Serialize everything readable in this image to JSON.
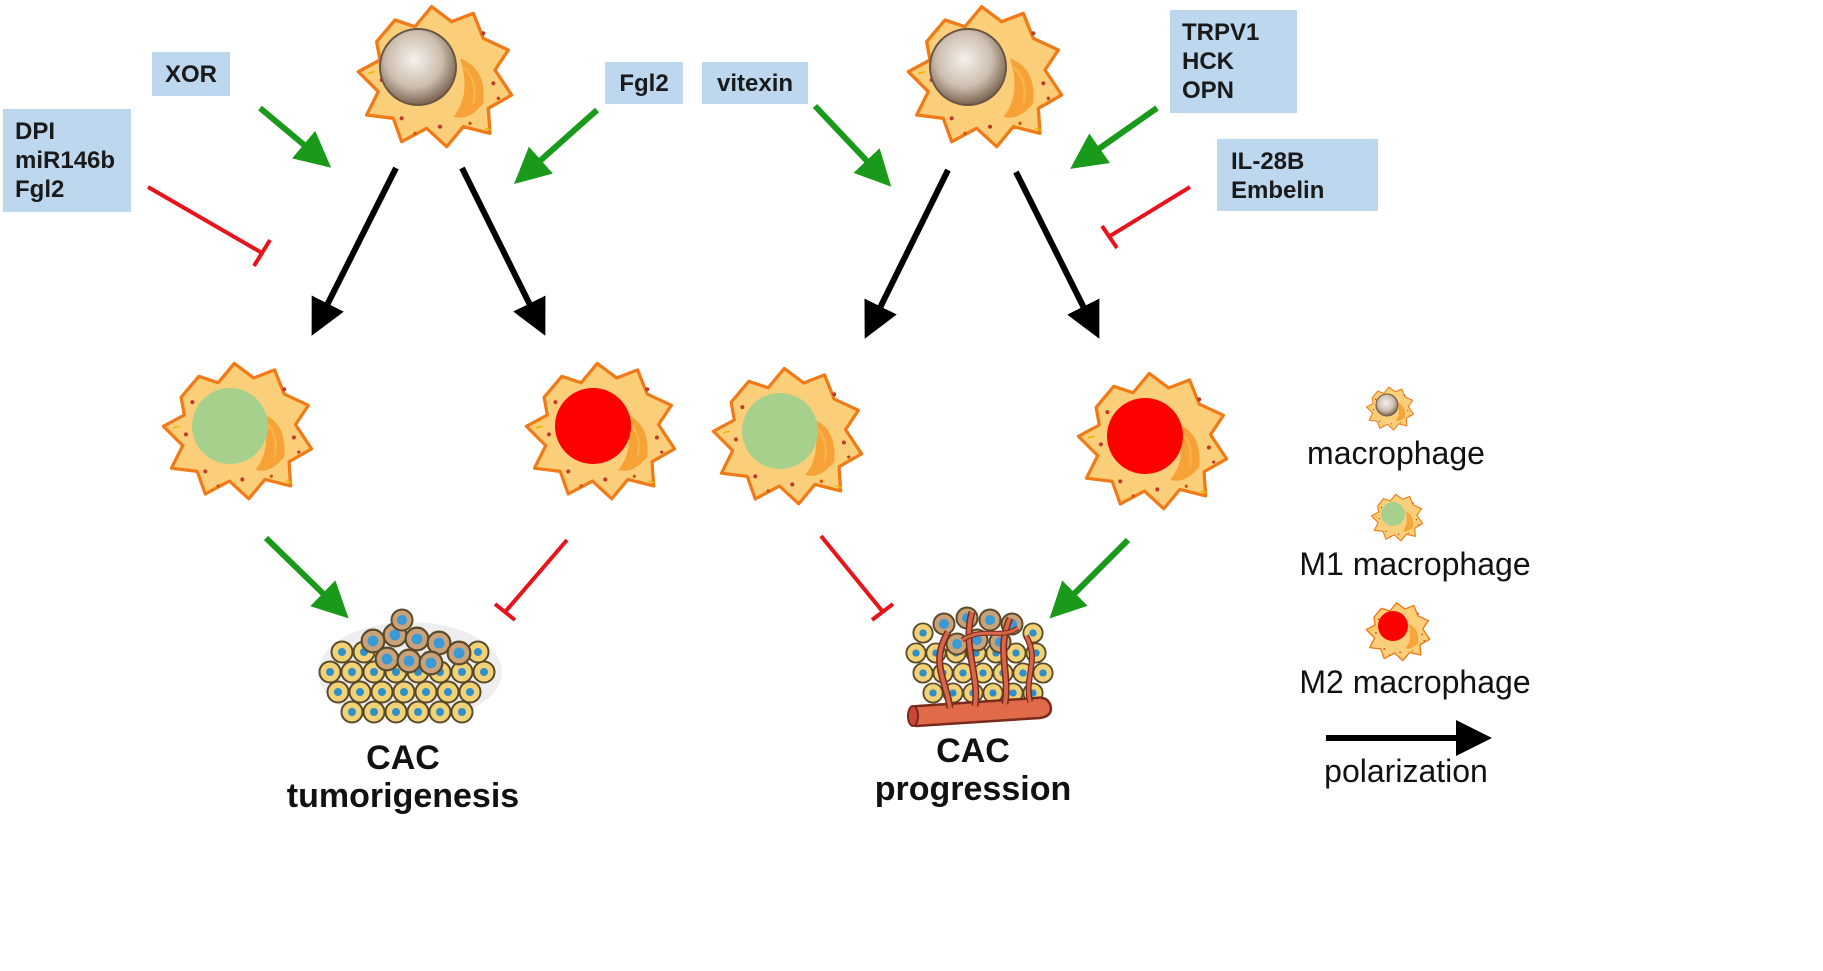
{
  "labels": {
    "xor": "XOR",
    "inhibitors_left": [
      "DPI",
      "miR146b",
      "Fgl2"
    ],
    "fgl2": "Fgl2",
    "vitexin": "vitexin",
    "promoters_right": [
      "TRPV1",
      "HCK",
      "OPN"
    ],
    "inhibitors_right": [
      "IL-28B",
      "Embelin"
    ]
  },
  "outcomes": {
    "left": [
      "CAC",
      "tumorigenesis"
    ],
    "right": [
      "CAC",
      "progression"
    ]
  },
  "legend": {
    "macrophage": "macrophage",
    "m1": "M1 macrophage",
    "m2": "M2 macrophage",
    "polarization": "polarization"
  },
  "colors": {
    "label_box": "#bdd7ee",
    "promote_arrow": "#1a9a1a",
    "inhibit_arrow": "#e8141c",
    "polarization_arrow": "#000000",
    "m1_nucleus": "#a8d08d",
    "m2_nucleus": "#ff0000",
    "cell_body": "#fbcf7a",
    "cell_outline": "#f07a18"
  },
  "icons": [
    "macrophage-icon",
    "m1-macrophage-icon",
    "m2-macrophage-icon",
    "tumor-cluster-icon",
    "tumor-with-vessel-icon"
  ]
}
